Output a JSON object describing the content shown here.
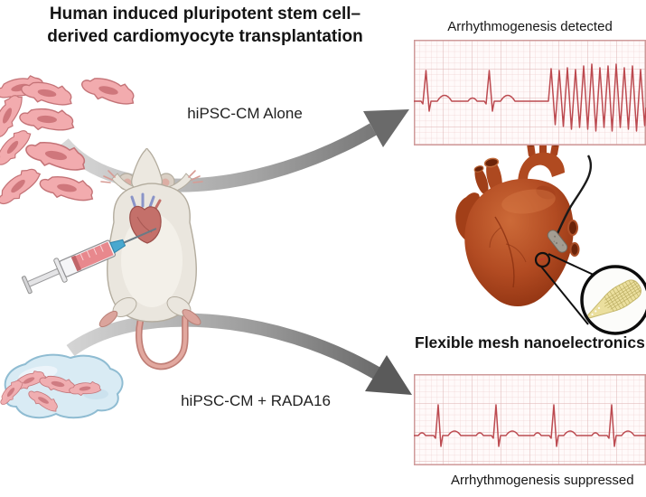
{
  "figure": {
    "title_line1": "Human induced pluripotent stem cell–",
    "title_line2": "derived cardiomyocyte transplantation",
    "pathway_top_label": "hiPSC-CM Alone",
    "pathway_bottom_label": "hiPSC-CM + RADA16",
    "outcome_top": "Arrhythmogenesis detected",
    "outcome_bottom": "Arrhythmogenesis suppressed",
    "device_label": "Flexible mesh nanoelectronics"
  },
  "ecg": {
    "top_pattern": "two sinus beats followed by sustained ventricular tachycardia",
    "bottom_pattern": "regular sinus rhythm, four beats"
  },
  "illustrations": {
    "cells": "cardiomyocyte-cells",
    "mouse": "supine-mouse-intramyocardial-injection",
    "syringe": "syringe",
    "hydrogel": "cardiomyocytes-in-hydrogel",
    "heart": "heart-model-with-mesh-electrode",
    "magnifier": "mesh-nanoelectronics-zoom",
    "ecg_top": "ecg-arrhythmia",
    "ecg_bottom": "ecg-normal"
  },
  "colors": {
    "arrow_gray_dark": "#6a6a6a",
    "arrow_gray_light": "#d6d6d6",
    "ecg_trace": "#bc4a50",
    "ecg_grid_minor": "#f0d3d3",
    "ecg_grid_major": "#ddb2b2",
    "ecg_border": "#cf9a9a",
    "cell_pink": "#f2abae",
    "cell_nucleus": "#cf777c",
    "hydrogel_blue": "#d9ebf4",
    "mouse_cream": "#eae6de",
    "heart_red": "#b24b22",
    "mesh_yellow": "#ebdf9e",
    "text_black": "#141414"
  }
}
